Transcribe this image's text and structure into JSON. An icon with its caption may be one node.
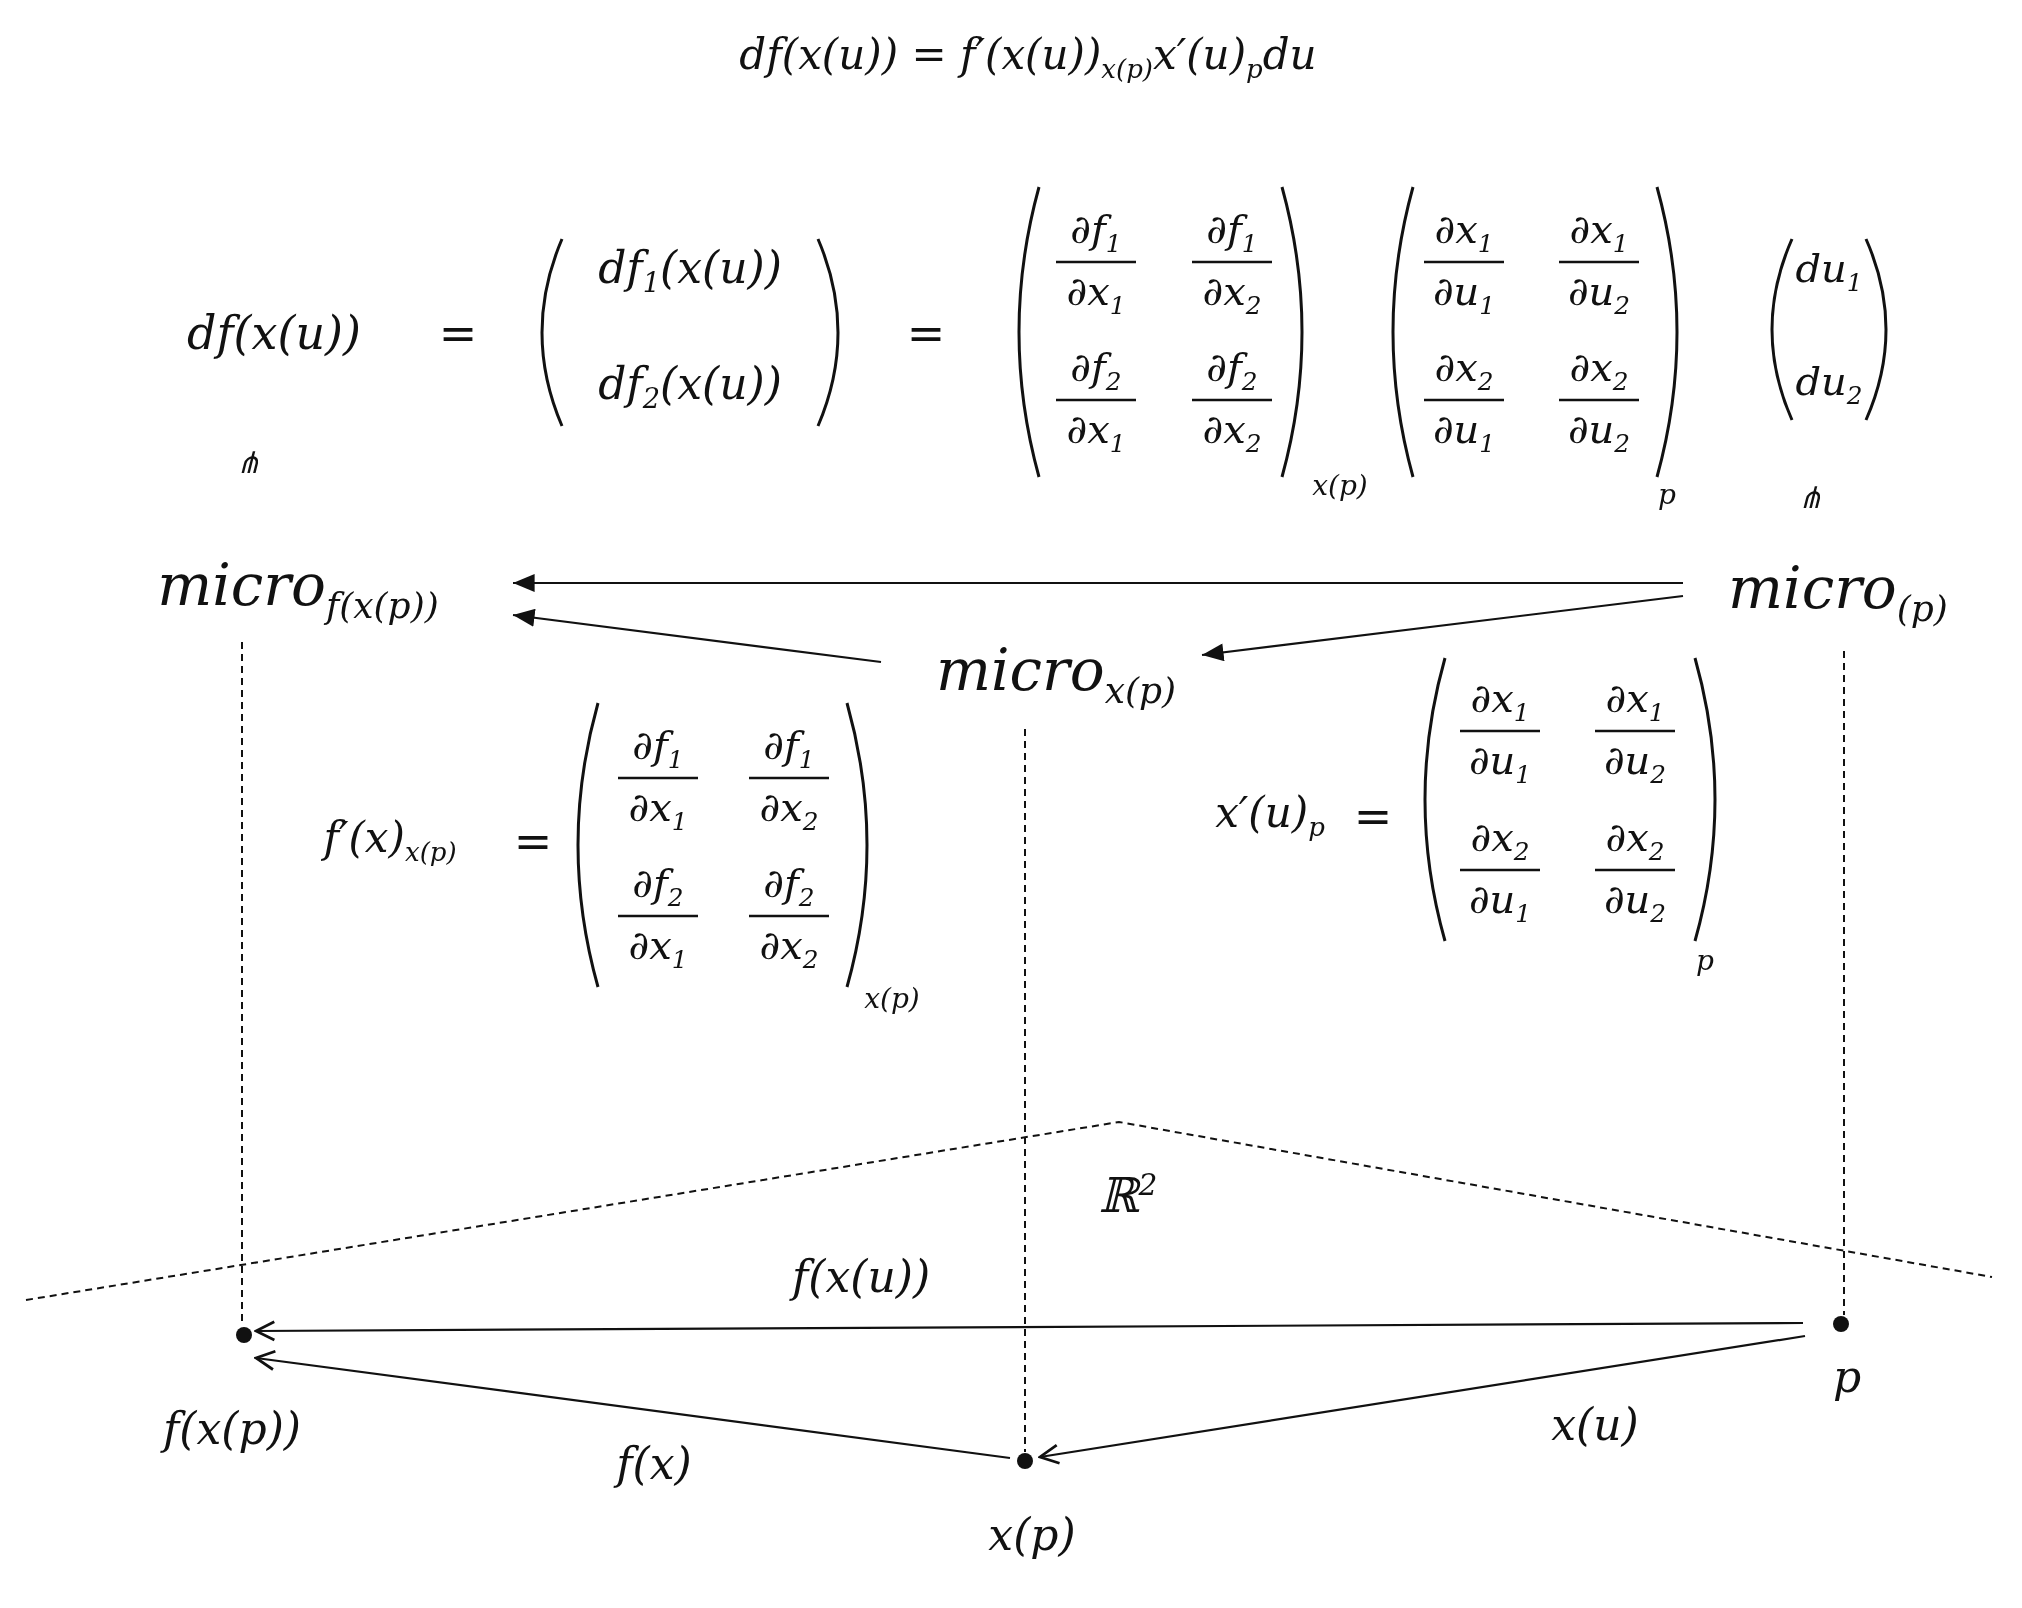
{
  "diagram": {
    "nodes": [
      {
        "text": [
          "micro$_{f(x(p))}$"
        ]
      },
      {
        "text": [
          "micro$_{(p)}$"
        ]
      },
      {
        "text": [
          "micro$_{x(p)}$"
        ]
      },
      {
        "text": [],
        "shape": "circle",
        "beside": [
          "f(x(p))"
        ]
      },
      {
        "text": [],
        "shape": "circle",
        "beside": [
          "p"
        ]
      },
      {
        "text": [],
        "shape": "circle",
        "beside": [
          "x(p)"
        ]
      }
    ],
    "edges": [
      {
        "from": 1,
        "to": 0,
        "arrow": "to"
      },
      {
        "from": 1,
        "to": 2,
        "arrow": "to"
      },
      {
        "from": 2,
        "to": 0,
        "arrow": "to"
      },
      {
        "from": 0,
        "to": 3,
        "arrow": "none",
        "style": "dashed"
      },
      {
        "from": 2,
        "to": 5,
        "arrow": "none",
        "style": "dashed"
      },
      {
        "from": 1,
        "to": 4,
        "arrow": "none",
        "style": "dashed"
      },
      {
        "from": 4,
        "to": 3,
        "arrow": "to",
        "label": "f(x(u))"
      },
      {
        "from": 4,
        "to": 5,
        "arrow": "to",
        "label": "x(u)"
      },
      {
        "from": 5,
        "to": 3,
        "arrow": "to",
        "label": "f(x)"
      }
    ],
    "labels": [
      "df(x(u)) = f′(x(u))$_{x(p)}$x′(u)$_{p}$du",
      "df(x(u))",
      "=",
      "df$_{1}$(x(u))",
      "df$_{2}$(x(u))",
      "=",
      "∂f$_{1}$",
      "∂x$_{1}$",
      "∂f$_{1}$",
      "∂x$_{2}$",
      "∂f$_{2}$",
      "∂x$_{1}$",
      "∂f$_{2}$",
      "∂x$_{2}$",
      "x(p)",
      "∂x$_{1}$",
      "∂u$_{1}$",
      "∂x$_{1}$",
      "∂u$_{2}$",
      "∂x$_{2}$",
      "∂u$_{1}$",
      "∂x$_{2}$",
      "∂u$_{2}$",
      "p",
      "du$_{1}$",
      "du$_{2}$",
      "⋔",
      "⋔",
      "f′(x)$_{x(p)}$",
      "=",
      "∂f$_{1}$",
      "∂x$_{1}$",
      "∂f$_{1}$",
      "∂x$_{2}$",
      "∂f$_{2}$",
      "∂x$_{1}$",
      "∂f$_{2}$",
      "∂x$_{2}$",
      "x(p)",
      "x′(u)$_{p}$",
      "=",
      "∂x$_{1}$",
      "∂u$_{1}$",
      "∂x$_{1}$",
      "∂u$_{2}$",
      "∂x$_{2}$",
      "∂u$_{1}$",
      "∂x$_{2}$",
      "∂u$_{2}$",
      "p",
      "ℝ$^{2}$"
    ]
  }
}
